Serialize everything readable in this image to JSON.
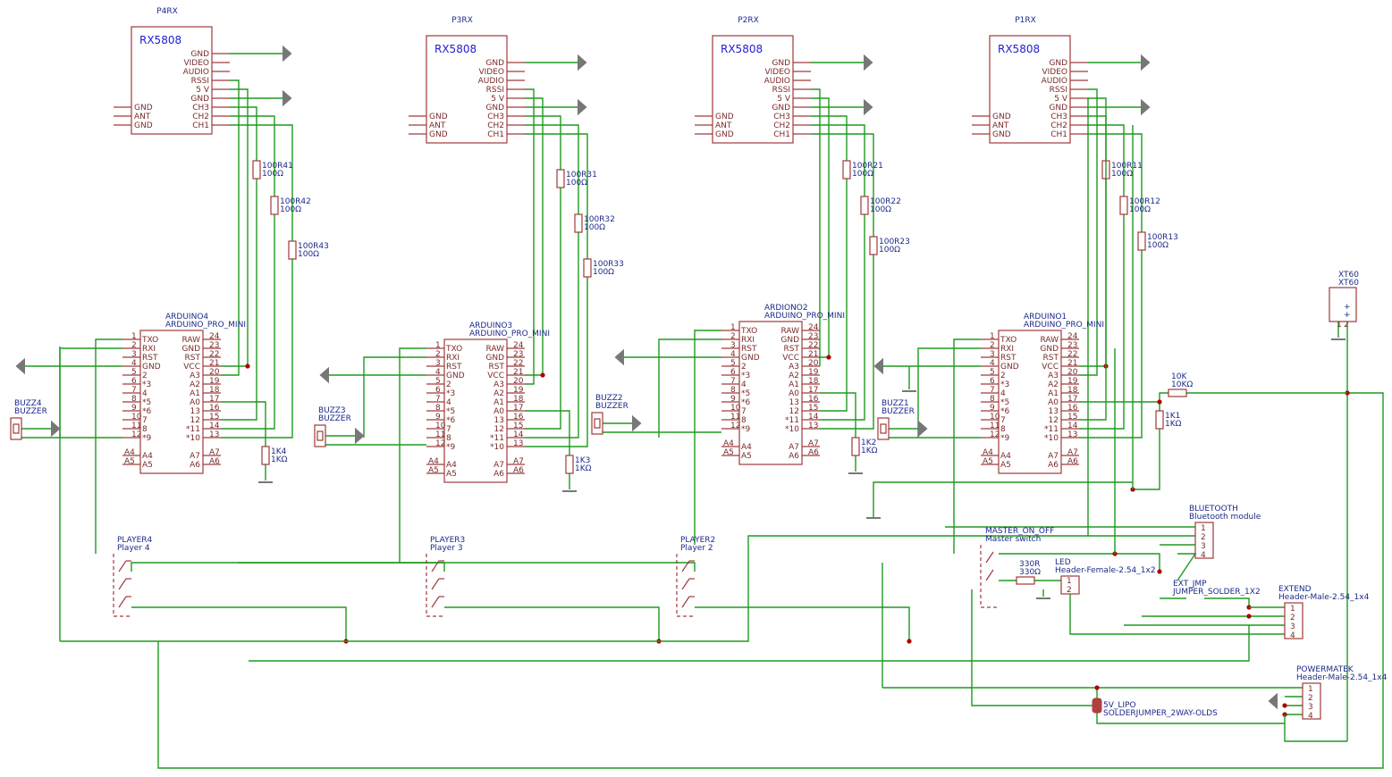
{
  "rx_modules": [
    {
      "ref": "P4RX",
      "part": "RX5808"
    },
    {
      "ref": "P3RX",
      "part": "RX5808"
    },
    {
      "ref": "P2RX",
      "part": "RX5808"
    },
    {
      "ref": "P1RX",
      "part": "RX5808"
    }
  ],
  "rx_pins_right": [
    "GND",
    "VIDEO",
    "AUDIO",
    "RSSI",
    "5 V",
    "GND",
    "CH3",
    "CH2",
    "CH1"
  ],
  "rx_pins_left": [
    "GND",
    "ANT",
    "GND"
  ],
  "resistors_rx": [
    [
      "100R41",
      "100Ω",
      "100R42",
      "100Ω",
      "100R43",
      "100Ω"
    ],
    [
      "100R31",
      "100Ω",
      "100R32",
      "100Ω",
      "100R33",
      "100Ω"
    ],
    [
      "100R21",
      "100Ω",
      "100R22",
      "100Ω",
      "100R23",
      "100Ω"
    ],
    [
      "100R11",
      "100Ω",
      "100R12",
      "100Ω",
      "100R13",
      "100Ω"
    ]
  ],
  "arduinos": [
    {
      "ref": "ARDUINO4",
      "part": "ARDUINO_PRO_MINI"
    },
    {
      "ref": "ARDUINO3",
      "part": "ARDUINO_PRO_MINI"
    },
    {
      "ref": "ARDIONO2",
      "part": "ARDUINO_PRO_MINI"
    },
    {
      "ref": "ARDUINO1",
      "part": "ARDUINO_PRO_MINI"
    }
  ],
  "ard_left_nums": [
    "1",
    "2",
    "3",
    "4",
    "2",
    "3",
    "4",
    "5",
    "6",
    "7",
    "8",
    "9"
  ],
  "ard_left_names": [
    "TXO",
    "RXI",
    "RST",
    "GND",
    "2",
    "*3",
    "4",
    "*5",
    "*6",
    "7",
    "8",
    "*9"
  ],
  "ard_left_nums_b": [
    "5",
    "6",
    "7",
    "8",
    "9",
    "10",
    "11",
    "12"
  ],
  "ard_right_nums": [
    "24",
    "23",
    "22",
    "21",
    "20",
    "19",
    "18",
    "17",
    "16",
    "15",
    "14",
    "13"
  ],
  "ard_right_names_a": [
    "RAW",
    "GND",
    "RST",
    "VCC",
    "A3",
    "A2",
    "A1",
    "A0",
    "13",
    "12",
    "*11",
    "*10"
  ],
  "ard_right_names_b": [
    "RAW",
    "GND",
    "RST",
    "VCC",
    "A3",
    "A2",
    "A1",
    "A0",
    "13",
    "12",
    "*11",
    "*10"
  ],
  "ard_bottom_left": [
    "A4",
    "A5"
  ],
  "ard_bottom_right": [
    "A7",
    "A6"
  ],
  "buzzers": [
    {
      "ref": "BUZZ4",
      "part": "BUZZER"
    },
    {
      "ref": "BUZZ3",
      "part": "BUZZER"
    },
    {
      "ref": "BUZZ2",
      "part": "BUZZER"
    },
    {
      "ref": "BUZZ1",
      "part": "BUZZER"
    }
  ],
  "pulldowns": [
    {
      "ref": "1K4",
      "val": "1KΩ"
    },
    {
      "ref": "1K3",
      "val": "1KΩ"
    },
    {
      "ref": "1K2",
      "val": "1KΩ"
    },
    {
      "ref": "1K1",
      "val": "1KΩ"
    }
  ],
  "players": [
    {
      "ref": "PLAYER4",
      "part": "Player 4"
    },
    {
      "ref": "PLAYER3",
      "part": "Player 3"
    },
    {
      "ref": "PLAYER2",
      "part": "Player 2"
    }
  ],
  "divider": {
    "ref": "10K",
    "val": "10KΩ"
  },
  "xt60": {
    "ref": "XT60",
    "part": "XT60",
    "plus": "+",
    "pin1": "1",
    "pin2": "2"
  },
  "bluetooth": {
    "ref": "BLUETOOTH",
    "part": "Bluetooth module",
    "pins": [
      "1",
      "2",
      "3",
      "4"
    ]
  },
  "master": {
    "ref": "MASTER_ON_OFF",
    "part": "Master switch"
  },
  "led_res": {
    "ref": "330R",
    "val": "330Ω"
  },
  "led": {
    "ref": "LED",
    "part": "Header-Female-2.54_1x2",
    "pins": [
      "1",
      "2"
    ]
  },
  "ext_jmp": {
    "ref": "EXT_JMP",
    "part": "JUMPER_SOLDER_1X2"
  },
  "extend": {
    "ref": "EXTEND",
    "part": "Header-Male-2.54_1x4",
    "pins": [
      "1",
      "2",
      "3",
      "4"
    ]
  },
  "powermatek": {
    "ref": "POWERMATEK",
    "part": "Header-Male-2.54_1x4",
    "pins": [
      "1",
      "2",
      "3",
      "4"
    ]
  },
  "lipo": {
    "ref": "5V_LIPO",
    "part": "SOLDERJUMPER_2WAY-OLDS"
  }
}
